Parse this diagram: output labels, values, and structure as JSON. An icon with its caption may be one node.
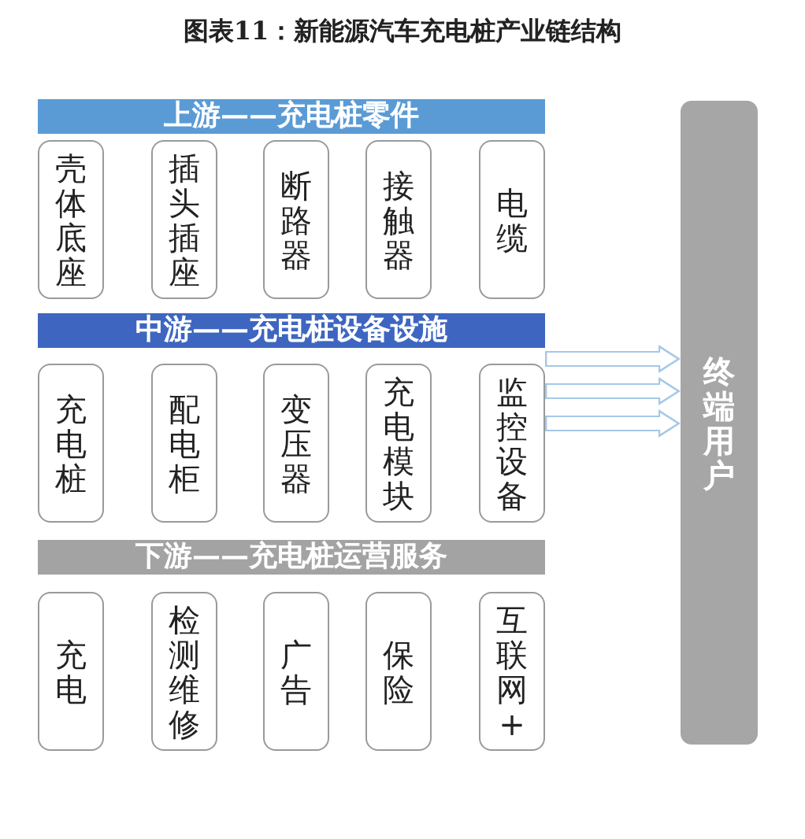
{
  "diagram": {
    "title": "图表11：新能源汽车充电桩产业链结构",
    "nodes": [
      {
        "text": [
          "上游——充电桩零件"
        ]
      },
      {
        "text": [
          "壳体底座"
        ]
      },
      {
        "text": [
          "插头插座"
        ]
      },
      {
        "text": [
          "断路器"
        ]
      },
      {
        "text": [
          "接触器"
        ]
      },
      {
        "text": [
          "电缆"
        ]
      },
      {
        "text": [
          "中游——充电桩设备设施"
        ]
      },
      {
        "text": [
          "充电桩"
        ]
      },
      {
        "text": [
          "配电柜"
        ]
      },
      {
        "text": [
          "变压器"
        ]
      },
      {
        "text": [
          "充电模块"
        ]
      },
      {
        "text": [
          "监控设备"
        ]
      },
      {
        "text": [
          "下游——充电桩运营服务"
        ]
      },
      {
        "text": [
          "充电"
        ]
      },
      {
        "text": [
          "检测维修"
        ]
      },
      {
        "text": [
          "广告"
        ]
      },
      {
        "text": [
          "保险"
        ]
      },
      {
        "text": [
          "互联网+"
        ]
      },
      {
        "text": [
          "终端用户"
        ]
      }
    ],
    "edges": [
      {
        "from": 11,
        "to": 18,
        "arrow": "to"
      },
      {
        "from": 11,
        "to": 18,
        "arrow": "to"
      },
      {
        "from": 11,
        "to": 18,
        "arrow": "to"
      }
    ]
  }
}
